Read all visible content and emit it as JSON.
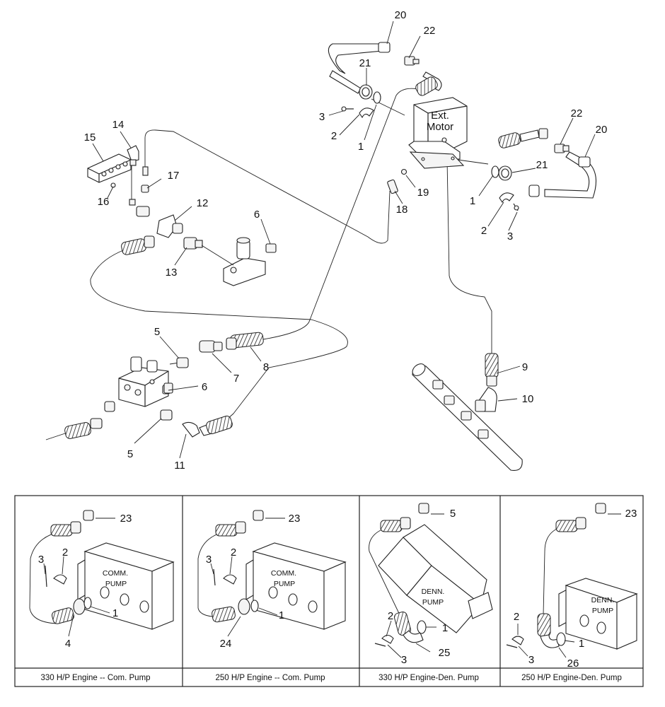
{
  "motor_label": {
    "line1": "Ext.",
    "line2": "Motor"
  },
  "callouts": {
    "n1": "1",
    "n2": "2",
    "n3": "3",
    "n4": "4",
    "n5": "5",
    "n6": "6",
    "n7": "7",
    "n8": "8",
    "n9": "9",
    "n10": "10",
    "n11": "11",
    "n12": "12",
    "n13": "13",
    "n14": "14",
    "n15": "15",
    "n16": "16",
    "n17": "17",
    "n18": "18",
    "n19": "19",
    "n20": "20",
    "n21": "21",
    "n22": "22",
    "n23": "23",
    "n24": "24",
    "n25": "25",
    "n26": "26"
  },
  "pump_labels": {
    "comm_line1": "COMM.",
    "comm_line2": "PUMP",
    "denn_line1": "DENN.",
    "denn_line2": "PUMP"
  },
  "panels": [
    {
      "caption": "330 H/P Engine -- Com. Pump"
    },
    {
      "caption": "250 H/P Engine -- Com. Pump"
    },
    {
      "caption": "330 H/P Engine-Den. Pump"
    },
    {
      "caption": "250 H/P Engine-Den. Pump"
    }
  ]
}
